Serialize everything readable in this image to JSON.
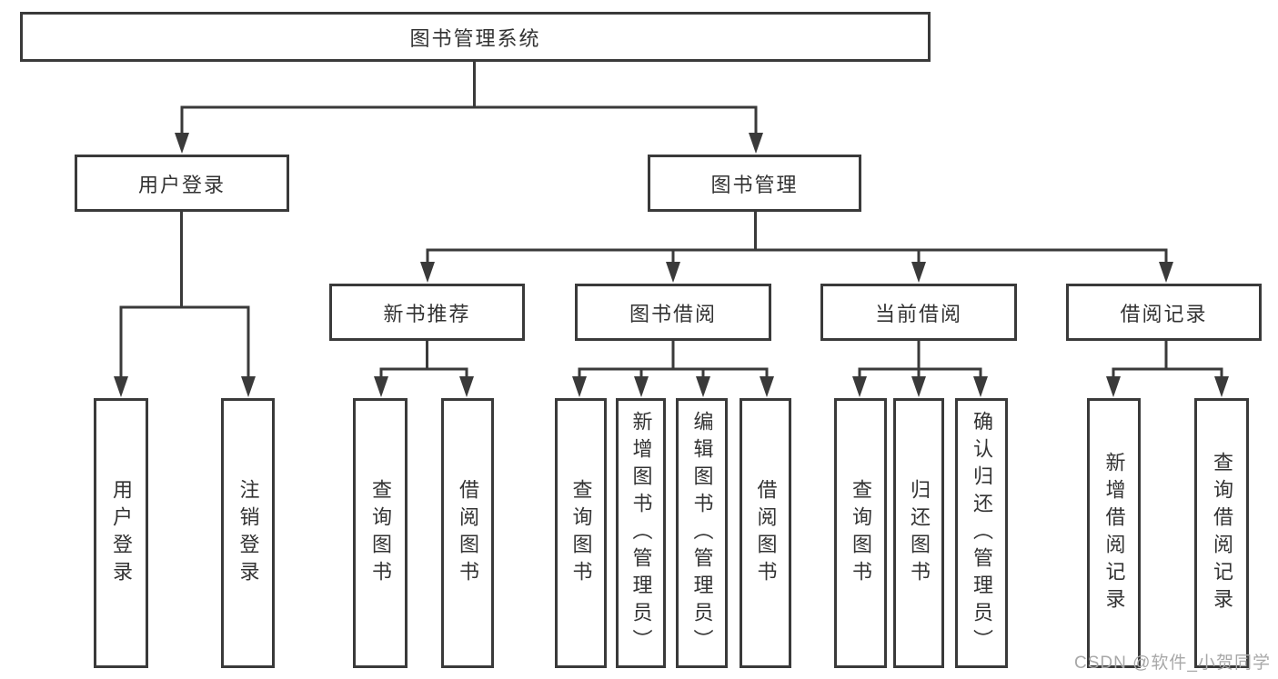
{
  "diagram": {
    "root": {
      "label": "图书管理系统"
    },
    "user": {
      "label": "用户登录",
      "children": [
        "用户登录",
        "注销登录"
      ]
    },
    "mgmt": {
      "label": "图书管理",
      "modules": [
        {
          "label": "新书推荐",
          "children": [
            "查询图书",
            "借阅图书"
          ]
        },
        {
          "label": "图书借阅",
          "children": [
            "查询图书",
            "新增图书（管理员）",
            "编辑图书（管理员）",
            "借阅图书"
          ]
        },
        {
          "label": "当前借阅",
          "children": [
            "查询图书",
            "归还图书",
            "确认归还（管理员）"
          ]
        },
        {
          "label": "借阅记录",
          "children": [
            "新增借阅记录",
            "查询借阅记录"
          ]
        }
      ]
    }
  },
  "watermark": {
    "text": "CSDN @软件_小贺同学"
  },
  "colors": {
    "line": "#3a3a3a",
    "text": "#333333",
    "watermark": "#a8a8a8",
    "background": "#ffffff"
  }
}
